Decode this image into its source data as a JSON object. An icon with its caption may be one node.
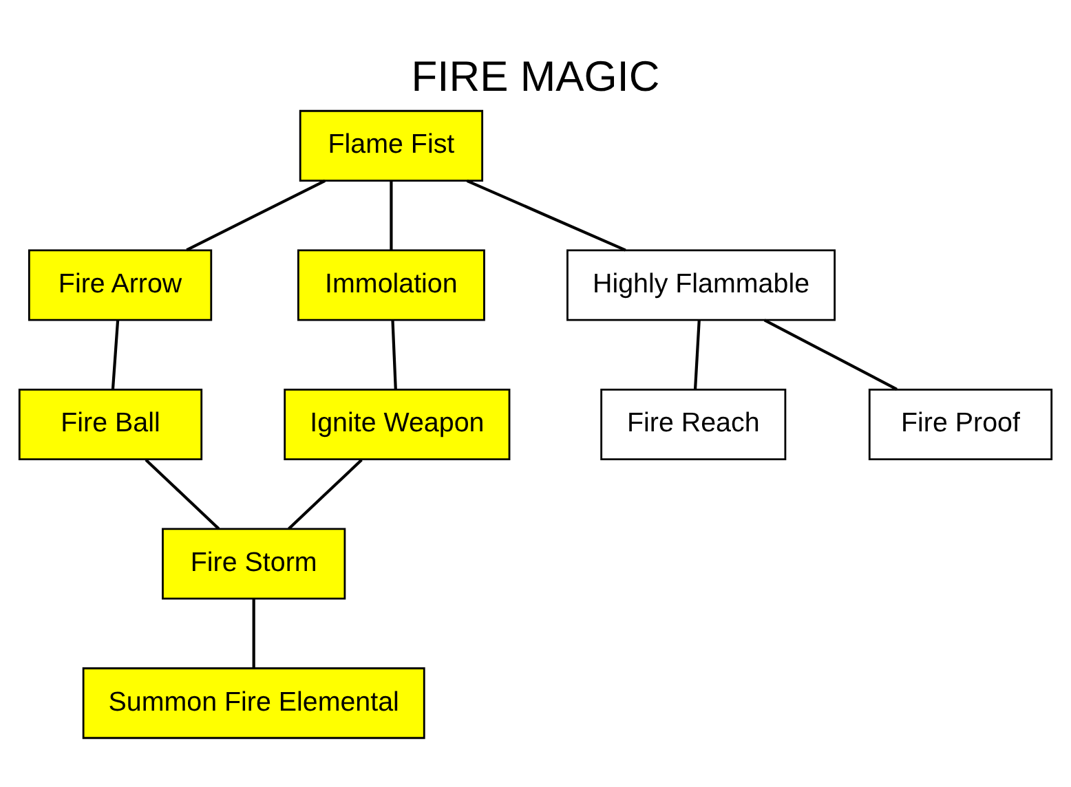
{
  "diagram": {
    "title": "FIRE MAGIC",
    "nodes": [
      {
        "text": [
          "Flame Fist"
        ]
      },
      {
        "text": [
          "Fire Arrow"
        ]
      },
      {
        "text": [
          "Immolation"
        ]
      },
      {
        "text": [
          "Highly Flammable"
        ]
      },
      {
        "text": [
          "Fire Ball"
        ]
      },
      {
        "text": [
          "Ignite Weapon"
        ]
      },
      {
        "text": [
          "Fire Reach"
        ]
      },
      {
        "text": [
          "Fire Proof"
        ]
      },
      {
        "text": [
          "Fire Storm"
        ]
      },
      {
        "text": [
          "Summon Fire Elemental"
        ]
      }
    ],
    "edges": [
      {
        "from": 0,
        "to": 1,
        "arrow": "none"
      },
      {
        "from": 0,
        "to": 2,
        "arrow": "none"
      },
      {
        "from": 0,
        "to": 3,
        "arrow": "none"
      },
      {
        "from": 1,
        "to": 4,
        "arrow": "none"
      },
      {
        "from": 2,
        "to": 5,
        "arrow": "none"
      },
      {
        "from": 3,
        "to": 6,
        "arrow": "none"
      },
      {
        "from": 3,
        "to": 7,
        "arrow": "none"
      },
      {
        "from": 4,
        "to": 8,
        "arrow": "none"
      },
      {
        "from": 5,
        "to": 8,
        "arrow": "none"
      },
      {
        "from": 8,
        "to": 9,
        "arrow": "none"
      }
    ]
  }
}
